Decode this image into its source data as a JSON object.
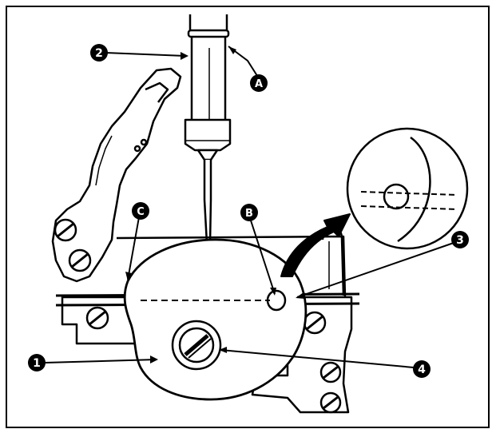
{
  "callouts": {
    "part_1": "1",
    "part_2": "2",
    "part_3": "3",
    "part_4": "4",
    "point_a": "A",
    "point_b": "B",
    "point_c": "C"
  },
  "colors": {
    "ink": "#000000",
    "paper": "#ffffff"
  },
  "icons": {
    "arrow": "thick-curved-arrow-icon",
    "screw": "slotted-screw-icon"
  }
}
